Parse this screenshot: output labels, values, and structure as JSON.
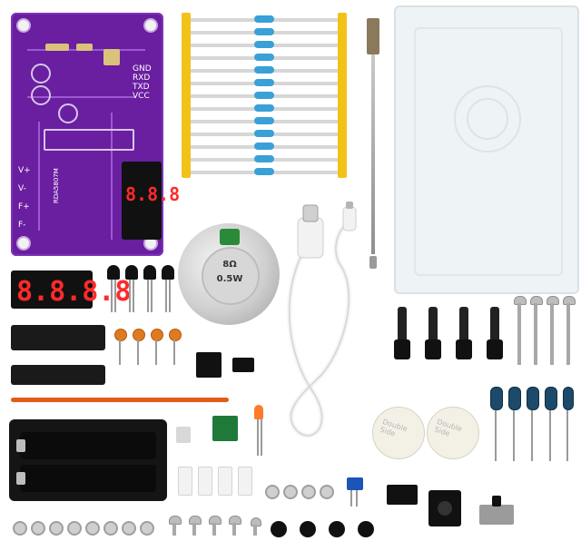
{
  "pcb": {
    "labels": {
      "gnd": "GND",
      "rxd": "RXD",
      "txd": "TXD",
      "vcc": "VCC",
      "rda": "RDA5807M",
      "v_plus": "V+",
      "v_minus": "V-",
      "f_plus": "F+",
      "f_minus": "F-"
    }
  },
  "display_module": {
    "digits": "8.8.8.8"
  },
  "pcb_display": {
    "digits": "8.8.8"
  },
  "speaker": {
    "impedance": "8Ω",
    "power": "0.5W"
  },
  "tape": {
    "label1": "Double Side",
    "label2": "Double Side"
  },
  "colors": {
    "pcb": "#6a1ea0",
    "resistor_body": "#3aa0d8",
    "tape_strip": "#f2c21a",
    "cable": "#ffffff",
    "ceramic_cap": "#e07a1f",
    "electrolytic_cap": "#1d4a6a"
  }
}
